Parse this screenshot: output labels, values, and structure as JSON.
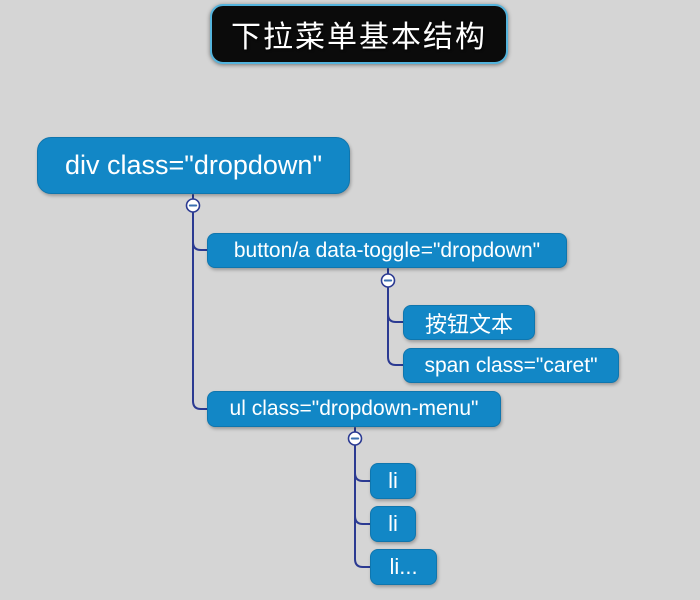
{
  "title": {
    "label": "下拉菜单基本结构"
  },
  "tree": {
    "root": {
      "label": "div class=\"dropdown\""
    },
    "children": [
      {
        "label": "button/a data-toggle=\"dropdown\"",
        "children": [
          {
            "label": "按钮文本"
          },
          {
            "label": "span class=\"caret\""
          }
        ]
      },
      {
        "label": "ul class=\"dropdown-menu\"",
        "children": [
          {
            "label": "li"
          },
          {
            "label": "li"
          },
          {
            "label": "li..."
          }
        ]
      }
    ]
  },
  "toggles": {
    "symbol": "−",
    "state": "expanded"
  },
  "colors": {
    "background": "#d5d5d5",
    "node_fill": "#1287c6",
    "node_text": "#ffffff",
    "title_fill": "#0b0b0b",
    "title_border": "#55b4dd",
    "connector": "#2b3a92"
  }
}
